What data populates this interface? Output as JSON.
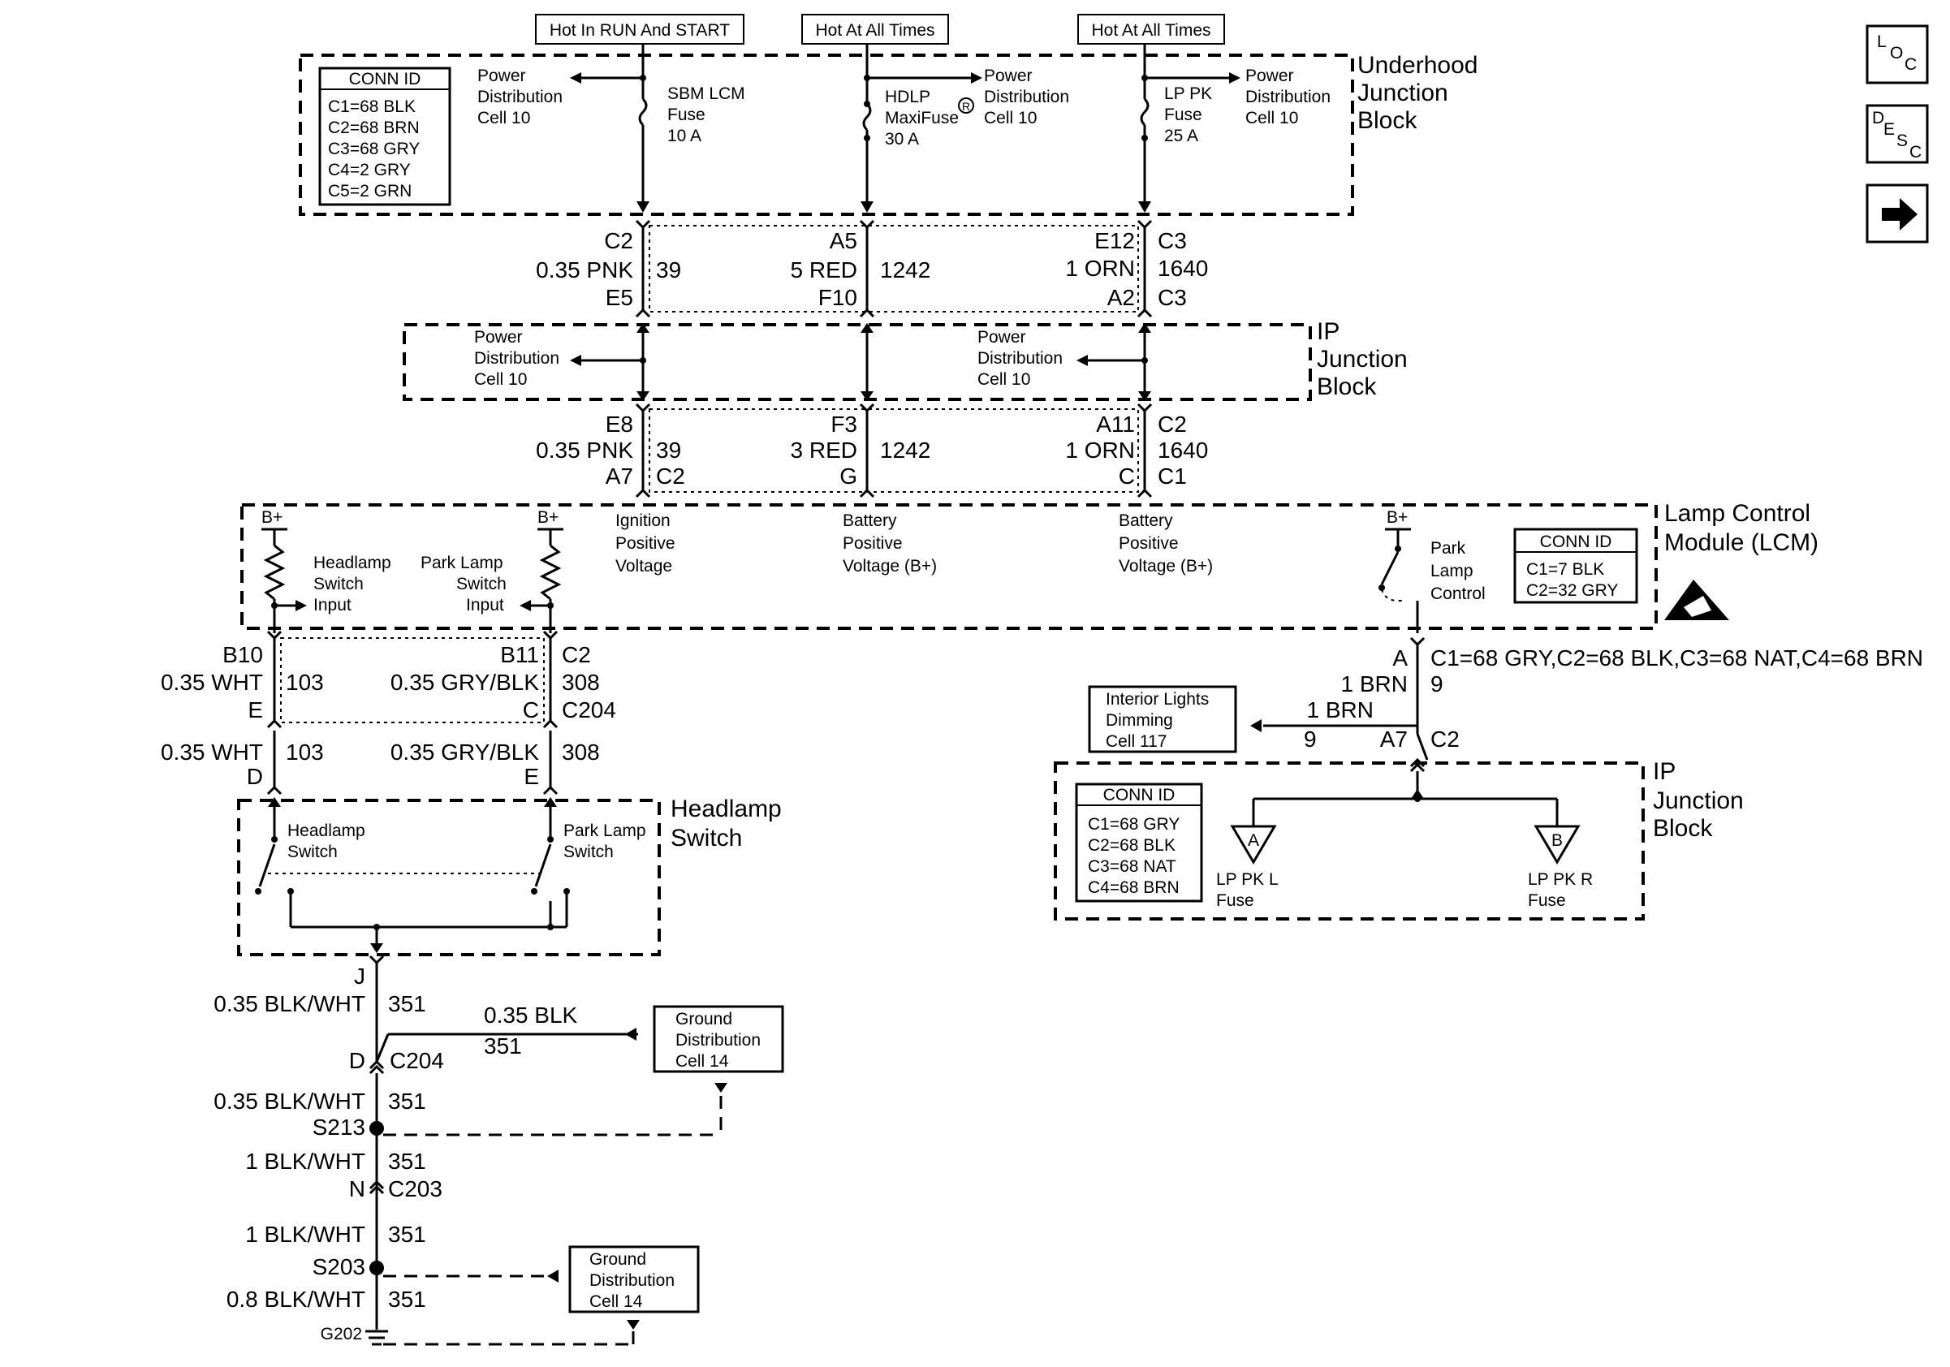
{
  "hot_labels": {
    "run_start": "Hot In RUN And START",
    "all_times_1": "Hot At All Times",
    "all_times_2": "Hot At All Times"
  },
  "nav": {
    "loc": [
      "L",
      "O",
      "C"
    ],
    "desc": [
      "D",
      "E",
      "S",
      "C"
    ],
    "next": "next-arrow-icon"
  },
  "uhjb": {
    "title": [
      "Underhood",
      "Junction",
      "Block"
    ],
    "conn_title": "CONN ID",
    "conn": [
      "C1=68 BLK",
      "C2=68 BRN",
      "C3=68 GRY",
      "C4=2 GRY",
      "C5=2 GRN"
    ],
    "pd1": [
      "Power",
      "Distribution",
      "Cell 10"
    ],
    "pd2": [
      "Power",
      "Distribution",
      "Cell 10"
    ],
    "pd3": [
      "Power",
      "Distribution",
      "Cell 10"
    ],
    "fuse1": [
      "SBM LCM",
      "Fuse",
      "10 A"
    ],
    "fuse2": [
      "HDLP",
      "MaxiFuse",
      "30 A"
    ],
    "fuse2_mark": "R",
    "fuse3": [
      "LP PK",
      "Fuse",
      "25 A"
    ]
  },
  "wires1": {
    "a": {
      "top": "C2",
      "wire": "0.35 PNK",
      "circuit": "39",
      "bottom": "E5"
    },
    "b": {
      "top": "A5",
      "wire": "5 RED",
      "circuit": "1242",
      "bottom": "F10"
    },
    "c": {
      "top": "E12",
      "conn": "C3",
      "wire": "1 ORN",
      "circuit": "1640",
      "bottom": "A2",
      "conn2": "C3"
    }
  },
  "ipjb": {
    "title": [
      "IP",
      "Junction",
      "Block"
    ],
    "pd1": [
      "Power",
      "Distribution",
      "Cell 10"
    ],
    "pd2": [
      "Power",
      "Distribution",
      "Cell 10"
    ]
  },
  "wires2": {
    "a": {
      "top": "E8",
      "wire": "0.35 PNK",
      "circuit": "39",
      "bottom": "A7",
      "conn": "C2"
    },
    "b": {
      "top": "F3",
      "wire": "3 RED",
      "circuit": "1242",
      "bottom": "G"
    },
    "c": {
      "top": "A11",
      "conn": "C2",
      "wire": "1 ORN",
      "circuit": "1640",
      "bottom": "C",
      "conn2": "C1"
    }
  },
  "lcm": {
    "title": [
      "Lamp Control",
      "Module (LCM)"
    ],
    "bplus": "B+",
    "hs_input": [
      "Headlamp",
      "Switch",
      "Input"
    ],
    "pl_input": [
      "Park Lamp",
      "Switch",
      "Input"
    ],
    "ign": [
      "Ignition",
      "Positive",
      "Voltage"
    ],
    "bat1": [
      "Battery",
      "Positive",
      "Voltage (B+)"
    ],
    "bat2": [
      "Battery",
      "Positive",
      "Voltage (B+)"
    ],
    "plc": [
      "Park",
      "Lamp",
      "Control"
    ],
    "conn_title": "CONN ID",
    "conn": [
      "C1=7 BLK",
      "C2=32 GRY"
    ]
  },
  "wires3": {
    "left": {
      "top": "B10",
      "wire": "0.35 WHT",
      "circuit": "103",
      "bottom": "E"
    },
    "right": {
      "top": "B11",
      "conn": "C2",
      "wire": "0.35 GRY/BLK",
      "circuit": "308",
      "bottom": "C",
      "conn2": "C204"
    }
  },
  "wires4": {
    "left": {
      "wire": "0.35 WHT",
      "circuit": "103",
      "bottom": "D"
    },
    "right": {
      "wire": "0.35 GRY/BLK",
      "circuit": "308",
      "bottom": "E"
    }
  },
  "hls": {
    "title": [
      "Headlamp",
      "Switch"
    ],
    "sw1": [
      "Headlamp",
      "Switch"
    ],
    "sw2": [
      "Park Lamp",
      "Switch"
    ]
  },
  "ground": {
    "j": "J",
    "w1": "0.35 BLK/WHT",
    "c1": "351",
    "branch_wire": "0.35 BLK",
    "branch_circuit": "351",
    "gdc1": [
      "Ground",
      "Distribution",
      "Cell 14"
    ],
    "d": "D",
    "c204": "C204",
    "w2": "0.35 BLK/WHT",
    "c2": "351",
    "s213": "S213",
    "w3": "1 BLK/WHT",
    "c3": "351",
    "n": "N",
    "c203": "C203",
    "w4": "1 BLK/WHT",
    "c4": "351",
    "s203": "S203",
    "gdc2": [
      "Ground",
      "Distribution",
      "Cell 14"
    ],
    "w5": "0.8 BLK/WHT",
    "c5": "351",
    "g202": "G202"
  },
  "right_side": {
    "top": "A",
    "conn": [
      "C1=68 GRY",
      "C2=68 BLK",
      "C3=68 NAT",
      "C4=68 BRN"
    ],
    "wire": "1 BRN",
    "circuit": "9",
    "branch_wire": "1 BRN",
    "branch_circuit": "9",
    "bottom": "A7",
    "conn2": "C2",
    "ild": [
      "Interior Lights",
      "Dimming",
      "Cell 117"
    ],
    "ip_title": [
      "IP",
      "Junction",
      "Block"
    ],
    "conn_title": "CONN ID",
    "fa": "A",
    "fb": "B",
    "fuse_l": [
      "LP PK L",
      "Fuse"
    ],
    "fuse_r": [
      "LP PK R",
      "Fuse"
    ]
  }
}
